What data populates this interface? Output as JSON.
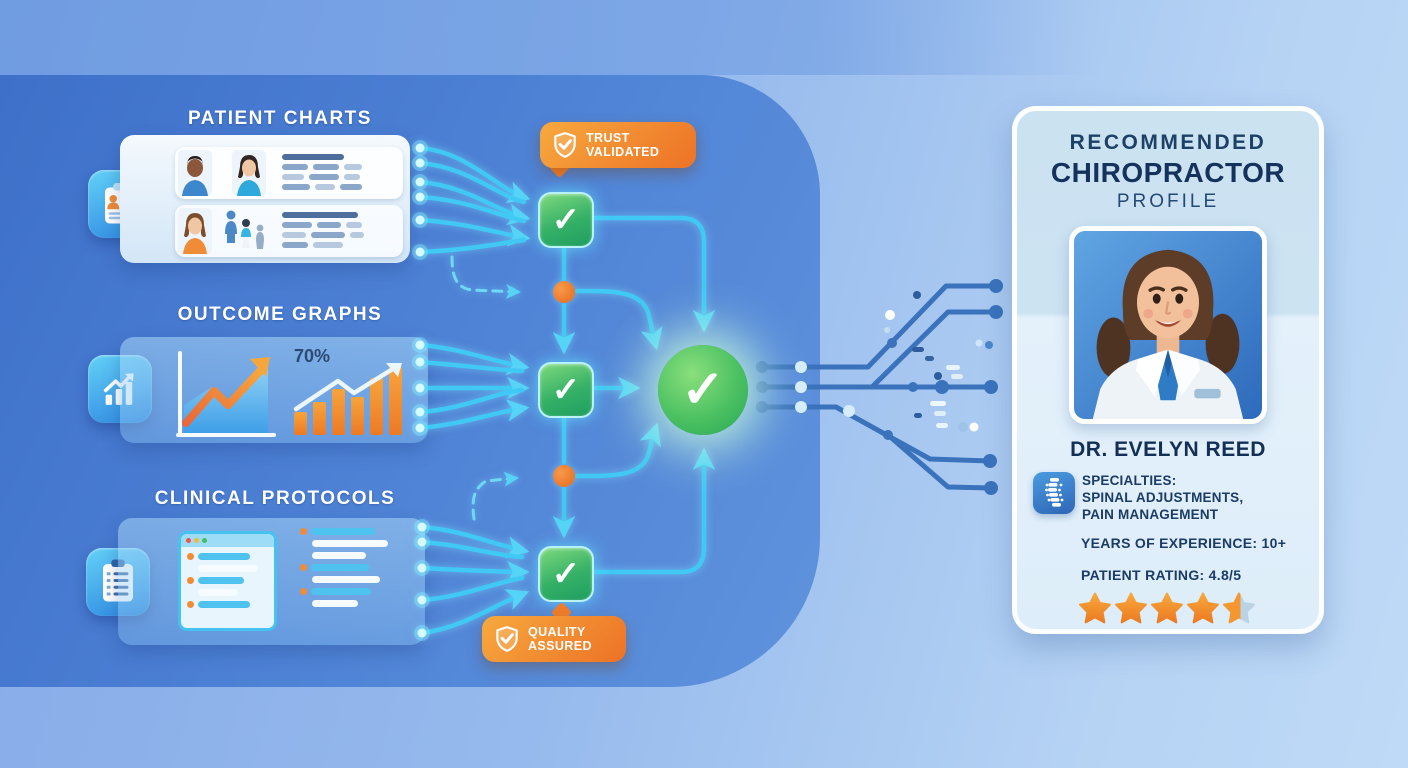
{
  "sections": {
    "patient_charts": {
      "title": "PATIENT CHARTS"
    },
    "outcome_graphs": {
      "title": "OUTCOME GRAPHS",
      "percent_label": "70%"
    },
    "clinical_protocols": {
      "title": "CLINICAL PROTOCOLS"
    }
  },
  "badges": {
    "trust": {
      "line1": "TRUST",
      "line2": "VALIDATED"
    },
    "quality": {
      "line1": "QUALITY",
      "line2": "ASSURED"
    }
  },
  "icons": {
    "check_glyph": "✓"
  },
  "profile_card": {
    "header_line1": "RECOMMENDED",
    "header_line2": "CHIROPRACTOR",
    "header_line3": "PROFILE",
    "doctor_name": "DR. EVELYN REED",
    "specialties_label": "SPECIALTIES:",
    "specialties_line1": "SPINAL ADJUSTMENTS,",
    "specialties_line2": "PAIN MANAGEMENT",
    "experience_label": "YEARS OF EXPERIENCE: 10+",
    "rating_label": "PATIENT RATING: 4.8/5",
    "rating_value": 4.8,
    "stars_total": 5
  },
  "colors": {
    "accent_cyan": "#3fc9f4",
    "success_green": "#2aa855",
    "badge_orange": "#ee7d2c",
    "navy_text": "#1b3c66",
    "star_orange": "#f08a2e"
  }
}
